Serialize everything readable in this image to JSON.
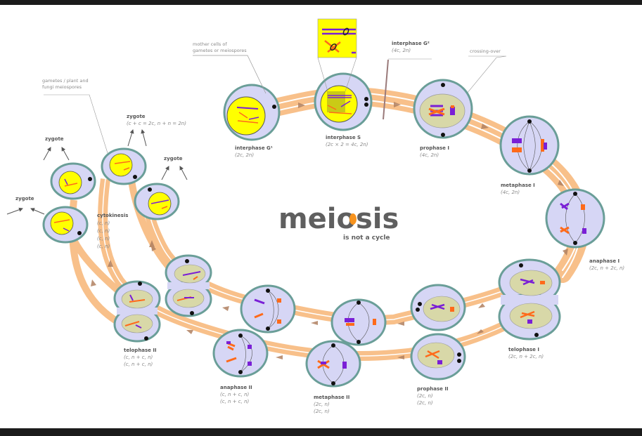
{
  "title": {
    "main_prefix": "meio",
    "main_dot_letter": "o",
    "main": "meiosis",
    "tagline": "is not a cycle"
  },
  "colors": {
    "track": "#f8c08a",
    "track_line": "#ffffff",
    "cell_fill": "#d6d6f5",
    "cell_border": "#6a9e98",
    "nucleus_yellow": "#ffff00",
    "nucleus_olive": "#d8d8a8",
    "chrom_purple": "#7a1fd6",
    "chrom_orange": "#ff6a1a",
    "arrow": "#b08060",
    "text": "#555555",
    "title_dot": "#f7931e"
  },
  "callouts": {
    "mother_cells": [
      "mother cells of",
      "gametes or meiospores"
    ],
    "gametes": [
      "gametes / plant and",
      "fungi meiospores"
    ],
    "crossing_over": "crossing-over"
  },
  "stages": [
    {
      "id": "interphase-g1",
      "name": "interphase G¹",
      "formula": [
        "(2c, 2n)"
      ]
    },
    {
      "id": "interphase-s",
      "name": "interphase S",
      "formula": [
        "(2c × 2 = 4c, 2n)"
      ]
    },
    {
      "id": "interphase-g2",
      "name": "interphase G²",
      "formula": [
        "(4c, 2n)"
      ]
    },
    {
      "id": "prophase-1",
      "name": "prophase I",
      "formula": [
        "(4c, 2n)"
      ]
    },
    {
      "id": "metaphase-1",
      "name": "metaphase I",
      "formula": [
        "(4c, 2n)"
      ]
    },
    {
      "id": "anaphase-1",
      "name": "anaphase I",
      "formula": [
        "(2c, n + 2c, n)"
      ]
    },
    {
      "id": "telophase-1",
      "name": "telophase I",
      "formula": [
        "(2c, n + 2c, n)"
      ]
    },
    {
      "id": "prophase-2",
      "name": "prophase II",
      "formula": [
        "(2c, n)",
        "(2c, n)"
      ]
    },
    {
      "id": "metaphase-2",
      "name": "metaphase II",
      "formula": [
        "(2c, n)",
        "(2c, n)"
      ]
    },
    {
      "id": "anaphase-2",
      "name": "anaphase II",
      "formula": [
        "(c, n + c, n)",
        "(c, n + c, n)"
      ]
    },
    {
      "id": "telophase-2",
      "name": "telophase II",
      "formula": [
        "(c, n + c, n)",
        "(c, n + c, n)"
      ]
    },
    {
      "id": "cytokinesis",
      "name": "cytokinesis",
      "formula": [
        "(c, n)",
        "(c, n)",
        "(c, n)",
        "(c, n)"
      ]
    }
  ],
  "zygotes": [
    {
      "label": "zygote",
      "formula": "(c + c = 2c, n + n = 2n)"
    },
    {
      "label": "zygote"
    },
    {
      "label": "zygote"
    },
    {
      "label": "zygote"
    }
  ]
}
